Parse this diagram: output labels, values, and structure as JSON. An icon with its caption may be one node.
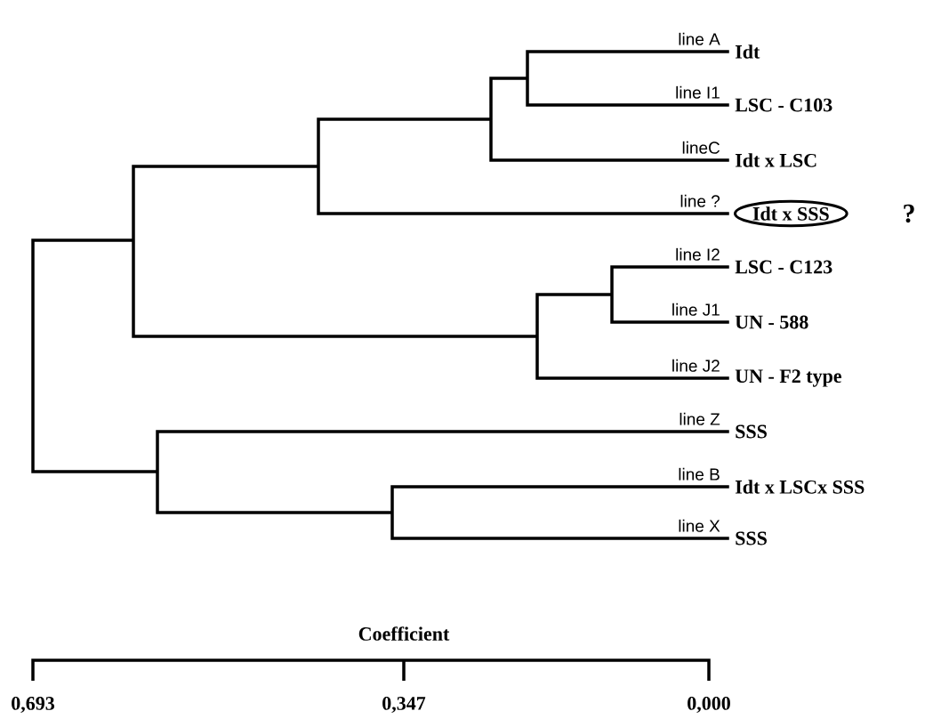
{
  "diagram": {
    "nodes": [
      {
        "text": [
          "Idt"
        ],
        "beside": [
          "line A"
        ]
      },
      {
        "text": [
          "LSC - C103"
        ],
        "beside": [
          "line I1"
        ]
      },
      {
        "text": [
          "Idt x LSC"
        ],
        "beside": [
          "lineC"
        ]
      },
      {
        "text": [
          "Idt x SSS"
        ],
        "beside": [
          "line ?"
        ]
      },
      {
        "text": [
          "LSC - C123"
        ],
        "beside": [
          "line I2"
        ]
      },
      {
        "text": [
          "UN - 588"
        ],
        "beside": [
          "line J1"
        ]
      },
      {
        "text": [
          "UN - F2 type"
        ],
        "beside": [
          "line J2"
        ]
      },
      {
        "text": [
          "SSS"
        ],
        "beside": [
          "line Z"
        ]
      },
      {
        "text": [
          "Idt x LSCx SSS"
        ],
        "beside": [
          "line B"
        ]
      },
      {
        "text": [
          "SSS"
        ],
        "beside": [
          "line X"
        ]
      }
    ],
    "labels": [
      "?",
      "Coefficient",
      "0,693",
      "0,347",
      "0,000"
    ]
  }
}
